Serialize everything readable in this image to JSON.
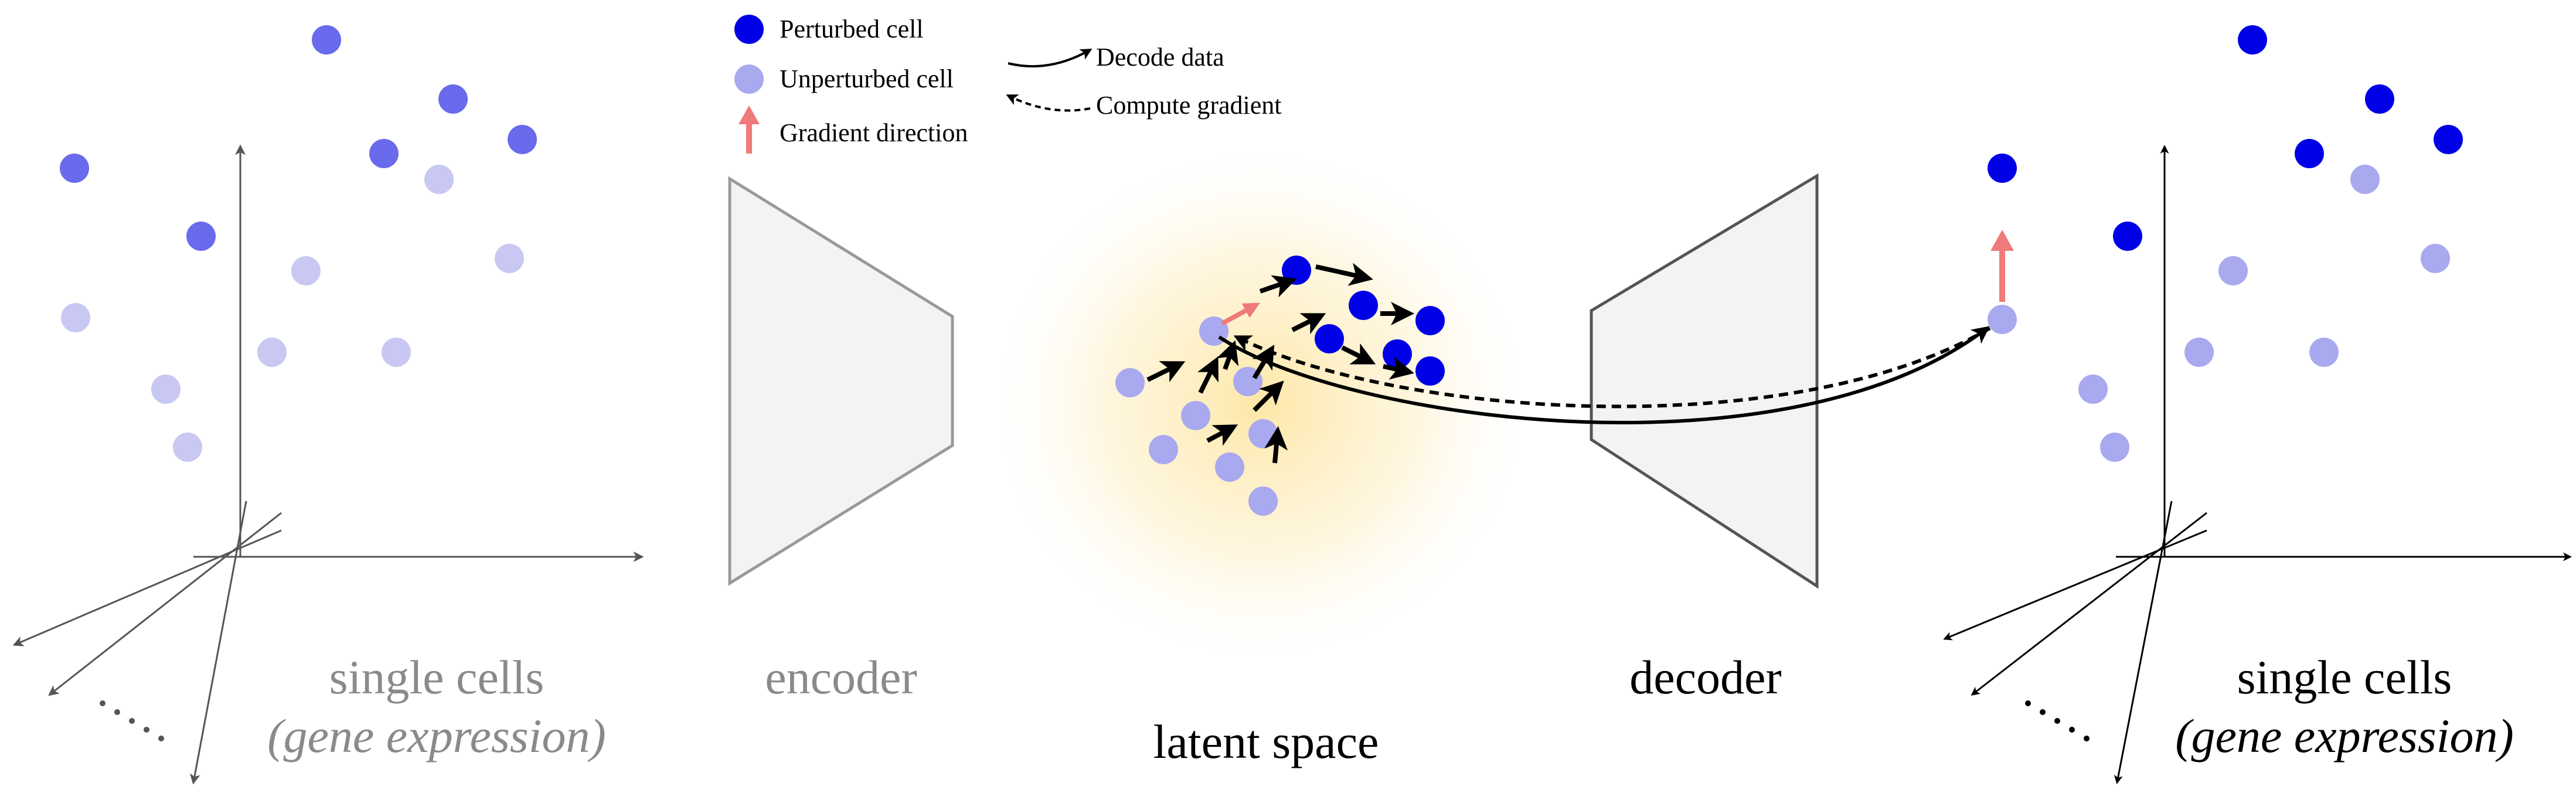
{
  "legend": {
    "perturbed": "Perturbed cell",
    "unperturbed": "Unperturbed cell",
    "gradient": "Gradient direction",
    "decode": "Decode data",
    "compute": "Compute gradient"
  },
  "labels": {
    "left_title": "single cells",
    "left_sub": "(gene expression)",
    "encoder": "encoder",
    "latent": "latent space",
    "decoder": "decoder",
    "right_title": "single cells",
    "right_sub": "(gene expression)"
  },
  "colors": {
    "perturbed": "#0000e6",
    "unperturbed": "#a9a9f0",
    "gradient": "#f07a7a",
    "left_mid": "#6a6aec",
    "left_light": "#c8c8f3",
    "glow": "#fde9b0",
    "trapezoid": "#f3f3f3"
  }
}
